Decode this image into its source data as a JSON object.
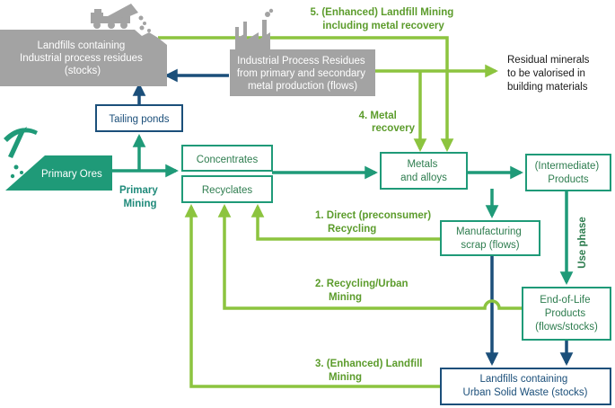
{
  "colors": {
    "teal": "#1f9a78",
    "green": "#8cc43f",
    "navy": "#1b4f7a",
    "grey": "#a3a3a3"
  },
  "nodes": {
    "landfills_industrial": [
      "Landfills containing",
      "Industrial process residues",
      "(stocks)"
    ],
    "industrial_residues": [
      "Industrial Process Residues",
      "from primary and secondary",
      "metal production (flows)"
    ],
    "residual_minerals": [
      "Residual minerals",
      "to be valorised in",
      "building materials"
    ],
    "tailing_ponds": "Tailing ponds",
    "primary_ores": "Primary Ores",
    "concentrates": "Concentrates",
    "recyclates": "Recyclates",
    "metals_alloys": [
      "Metals",
      "and alloys"
    ],
    "intermediate_products": [
      "(Intermediate)",
      "Products"
    ],
    "manufacturing_scrap": [
      "Manufacturing",
      "scrap (flows)"
    ],
    "end_of_life": [
      "End-of-Life",
      "Products",
      "(flows/stocks)"
    ],
    "landfills_urban": [
      "Landfills containing",
      "Urban Solid Waste (stocks)"
    ]
  },
  "labels": {
    "primary_mining": [
      "Primary",
      "Mining"
    ],
    "landfill_mining_5": [
      "5. (Enhanced) Landfill Mining",
      "including metal recovery"
    ],
    "metal_recovery_4": [
      "4. Metal",
      "recovery"
    ],
    "direct_recycling_1": [
      "1. Direct (preconsumer)",
      "Recycling"
    ],
    "urban_mining_2": [
      "2. Recycling/Urban",
      "Mining"
    ],
    "landfill_mining_3": [
      "3. (Enhanced) Landfill",
      "Mining"
    ],
    "use_phase": "Use phase"
  },
  "icons": [
    "dump-truck-icon",
    "factory-icon",
    "pickaxe-icon"
  ]
}
